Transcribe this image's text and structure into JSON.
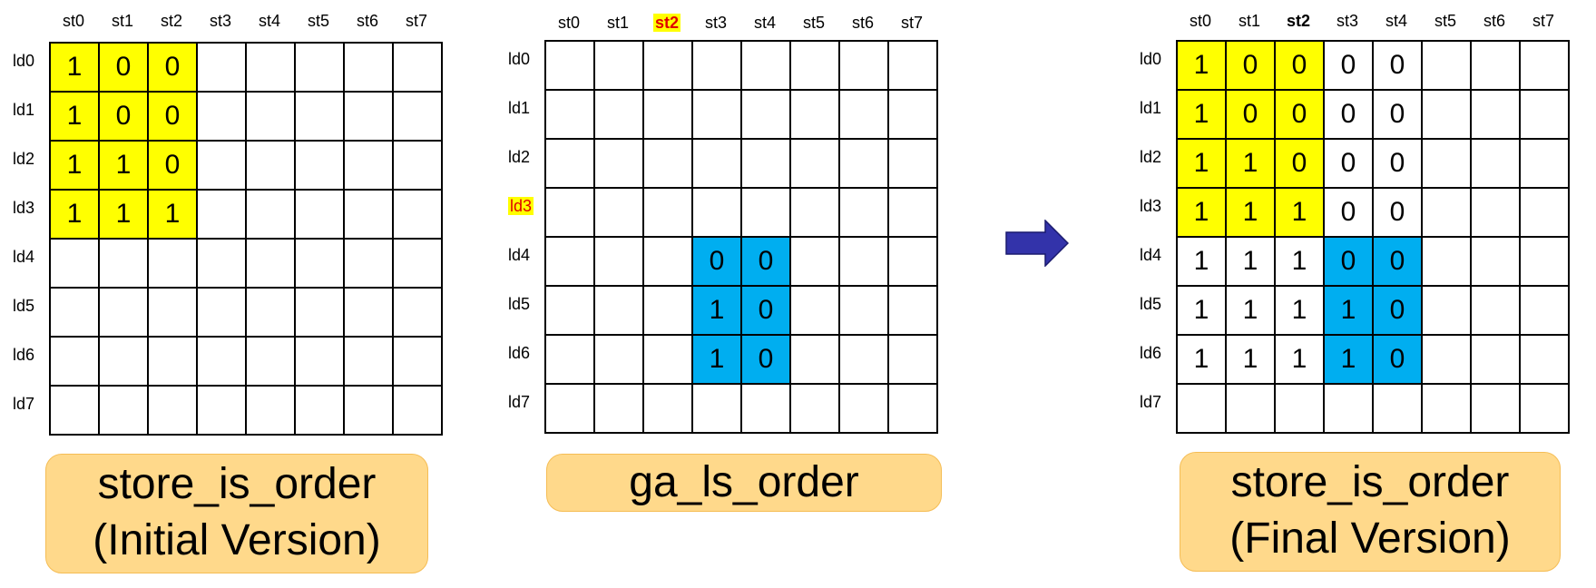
{
  "panels": [
    {
      "col_labels": [
        "st0",
        "st1",
        "st2",
        "st3",
        "st4",
        "st5",
        "st6",
        "st7"
      ],
      "row_labels": [
        "ld0",
        "ld1",
        "ld2",
        "ld3",
        "ld4",
        "ld5",
        "ld6",
        "ld7"
      ],
      "highlight_col": -1,
      "highlight_row": -1,
      "bold_col": -1,
      "cells": [
        [
          "1",
          "0",
          "0",
          "",
          "",
          "",
          "",
          ""
        ],
        [
          "1",
          "0",
          "0",
          "",
          "",
          "",
          "",
          ""
        ],
        [
          "1",
          "1",
          "0",
          "",
          "",
          "",
          "",
          ""
        ],
        [
          "1",
          "1",
          "1",
          "",
          "",
          "",
          "",
          ""
        ],
        [
          "",
          "",
          "",
          "",
          "",
          "",
          "",
          ""
        ],
        [
          "",
          "",
          "",
          "",
          "",
          "",
          "",
          ""
        ],
        [
          "",
          "",
          "",
          "",
          "",
          "",
          "",
          ""
        ],
        [
          "",
          "",
          "",
          "",
          "",
          "",
          "",
          ""
        ]
      ],
      "fills": [
        [
          "y",
          "y",
          "y",
          "",
          "",
          "",
          "",
          ""
        ],
        [
          "y",
          "y",
          "y",
          "",
          "",
          "",
          "",
          ""
        ],
        [
          "y",
          "y",
          "y",
          "",
          "",
          "",
          "",
          ""
        ],
        [
          "y",
          "y",
          "y",
          "",
          "",
          "",
          "",
          ""
        ],
        [
          "",
          "",
          "",
          "",
          "",
          "",
          "",
          ""
        ],
        [
          "",
          "",
          "",
          "",
          "",
          "",
          "",
          ""
        ],
        [
          "",
          "",
          "",
          "",
          "",
          "",
          "",
          ""
        ],
        [
          "",
          "",
          "",
          "",
          "",
          "",
          "",
          ""
        ]
      ],
      "caption_lines": [
        "store_is_order",
        "(Initial Version)"
      ]
    },
    {
      "col_labels": [
        "st0",
        "st1",
        "st2",
        "st3",
        "st4",
        "st5",
        "st6",
        "st7"
      ],
      "row_labels": [
        "ld0",
        "ld1",
        "ld2",
        "ld3",
        "ld4",
        "ld5",
        "ld6",
        "ld7"
      ],
      "highlight_col": 2,
      "highlight_row": 3,
      "bold_col": -1,
      "cells": [
        [
          "",
          "",
          "",
          "",
          "",
          "",
          "",
          ""
        ],
        [
          "",
          "",
          "",
          "",
          "",
          "",
          "",
          ""
        ],
        [
          "",
          "",
          "",
          "",
          "",
          "",
          "",
          ""
        ],
        [
          "",
          "",
          "",
          "",
          "",
          "",
          "",
          ""
        ],
        [
          "",
          "",
          "",
          "0",
          "0",
          "",
          "",
          ""
        ],
        [
          "",
          "",
          "",
          "1",
          "0",
          "",
          "",
          ""
        ],
        [
          "",
          "",
          "",
          "1",
          "0",
          "",
          "",
          ""
        ],
        [
          "",
          "",
          "",
          "",
          "",
          "",
          "",
          ""
        ]
      ],
      "fills": [
        [
          "",
          "",
          "",
          "",
          "",
          "",
          "",
          ""
        ],
        [
          "",
          "",
          "",
          "",
          "",
          "",
          "",
          ""
        ],
        [
          "",
          "",
          "",
          "",
          "",
          "",
          "",
          ""
        ],
        [
          "",
          "",
          "",
          "",
          "",
          "",
          "",
          ""
        ],
        [
          "",
          "",
          "",
          "b",
          "b",
          "",
          "",
          ""
        ],
        [
          "",
          "",
          "",
          "b",
          "b",
          "",
          "",
          ""
        ],
        [
          "",
          "",
          "",
          "b",
          "b",
          "",
          "",
          ""
        ],
        [
          "",
          "",
          "",
          "",
          "",
          "",
          "",
          ""
        ]
      ],
      "caption_lines": [
        "ga_ls_order"
      ]
    },
    {
      "col_labels": [
        "st0",
        "st1",
        "st2",
        "st3",
        "st4",
        "st5",
        "st6",
        "st7"
      ],
      "row_labels": [
        "ld0",
        "ld1",
        "ld2",
        "ld3",
        "ld4",
        "ld5",
        "ld6",
        "ld7"
      ],
      "highlight_col": -1,
      "highlight_row": -1,
      "bold_col": 2,
      "cells": [
        [
          "1",
          "0",
          "0",
          "0",
          "0",
          "",
          "",
          ""
        ],
        [
          "1",
          "0",
          "0",
          "0",
          "0",
          "",
          "",
          ""
        ],
        [
          "1",
          "1",
          "0",
          "0",
          "0",
          "",
          "",
          ""
        ],
        [
          "1",
          "1",
          "1",
          "0",
          "0",
          "",
          "",
          ""
        ],
        [
          "1",
          "1",
          "1",
          "0",
          "0",
          "",
          "",
          ""
        ],
        [
          "1",
          "1",
          "1",
          "1",
          "0",
          "",
          "",
          ""
        ],
        [
          "1",
          "1",
          "1",
          "1",
          "0",
          "",
          "",
          ""
        ],
        [
          "",
          "",
          "",
          "",
          "",
          "",
          "",
          ""
        ]
      ],
      "fills": [
        [
          "y",
          "y",
          "y",
          "",
          "",
          "",
          "",
          ""
        ],
        [
          "y",
          "y",
          "y",
          "",
          "",
          "",
          "",
          ""
        ],
        [
          "y",
          "y",
          "y",
          "",
          "",
          "",
          "",
          ""
        ],
        [
          "y",
          "y",
          "y",
          "",
          "",
          "",
          "",
          ""
        ],
        [
          "",
          "",
          "",
          "b",
          "b",
          "",
          "",
          ""
        ],
        [
          "",
          "",
          "",
          "b",
          "b",
          "",
          "",
          ""
        ],
        [
          "",
          "",
          "",
          "b",
          "b",
          "",
          "",
          ""
        ],
        [
          "",
          "",
          "",
          "",
          "",
          "",
          "",
          ""
        ]
      ],
      "caption_lines": [
        "store_is_order",
        "(Final Version)"
      ]
    }
  ],
  "arrow": {
    "icon": "right-arrow-icon",
    "fill": "#3333aa",
    "stroke": "#1a1a6e"
  },
  "colors": {
    "yellow": "#ffff00",
    "blue": "#00aef0",
    "caption_bg": "#ffd98b"
  }
}
